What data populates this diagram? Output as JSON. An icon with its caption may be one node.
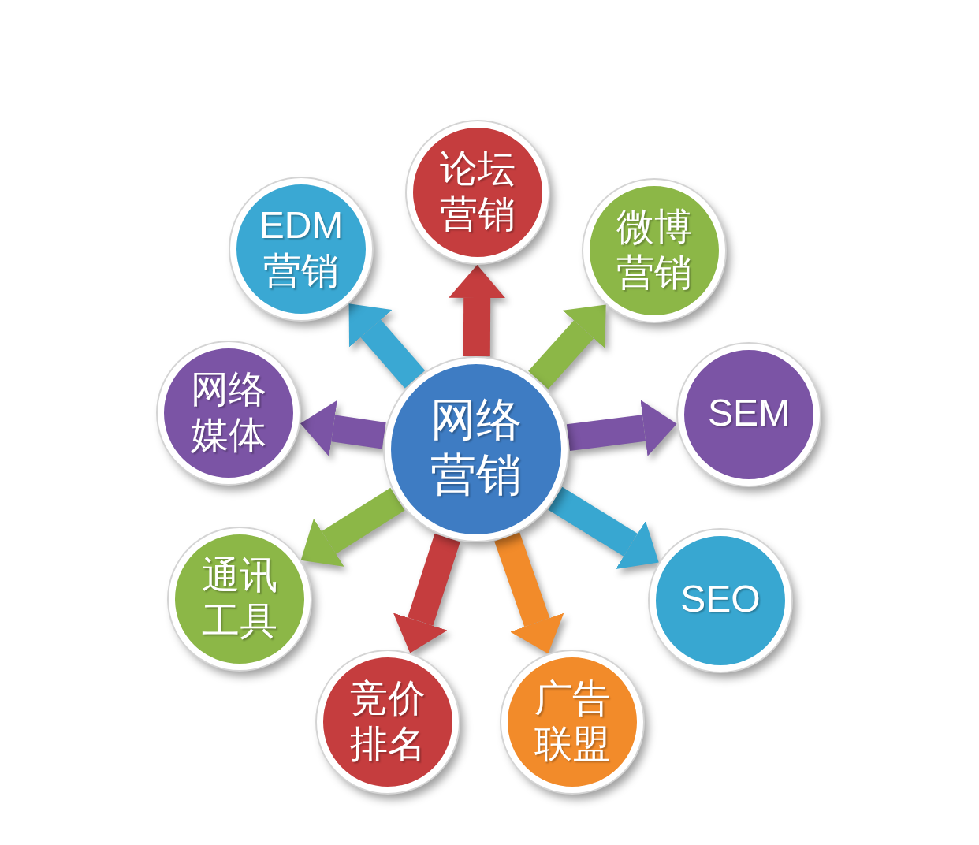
{
  "diagram": {
    "nodes": [
      {
        "text": [
          "论坛营销"
        ]
      },
      {
        "text": [
          "EDM营销"
        ]
      },
      {
        "text": [
          "微博营销"
        ]
      },
      {
        "text": [
          "网络媒体"
        ]
      },
      {
        "text": [
          "网络营销"
        ]
      },
      {
        "text": [
          "SEM"
        ]
      },
      {
        "text": [
          "通讯工具"
        ]
      },
      {
        "text": [
          "SEO"
        ]
      },
      {
        "text": [
          "竞价排名"
        ]
      },
      {
        "text": [
          "广告联盟"
        ]
      }
    ],
    "edges": [
      {
        "from": 4,
        "to": 0,
        "arrow": "to",
        "color": "#c53d3e"
      },
      {
        "from": 4,
        "to": 1,
        "arrow": "to",
        "color": "#3aa8d3"
      },
      {
        "from": 4,
        "to": 2,
        "arrow": "to",
        "color": "#8cb747"
      },
      {
        "from": 4,
        "to": 3,
        "arrow": "to",
        "color": "#7b54a5"
      },
      {
        "from": 4,
        "to": 5,
        "arrow": "to",
        "color": "#7b54a5"
      },
      {
        "from": 4,
        "to": 6,
        "arrow": "to",
        "color": "#8cb747"
      },
      {
        "from": 4,
        "to": 7,
        "arrow": "to",
        "color": "#38a7d1"
      },
      {
        "from": 4,
        "to": 8,
        "arrow": "to",
        "color": "#c53d3e"
      },
      {
        "from": 4,
        "to": 9,
        "arrow": "to",
        "color": "#f28b2a"
      }
    ]
  }
}
